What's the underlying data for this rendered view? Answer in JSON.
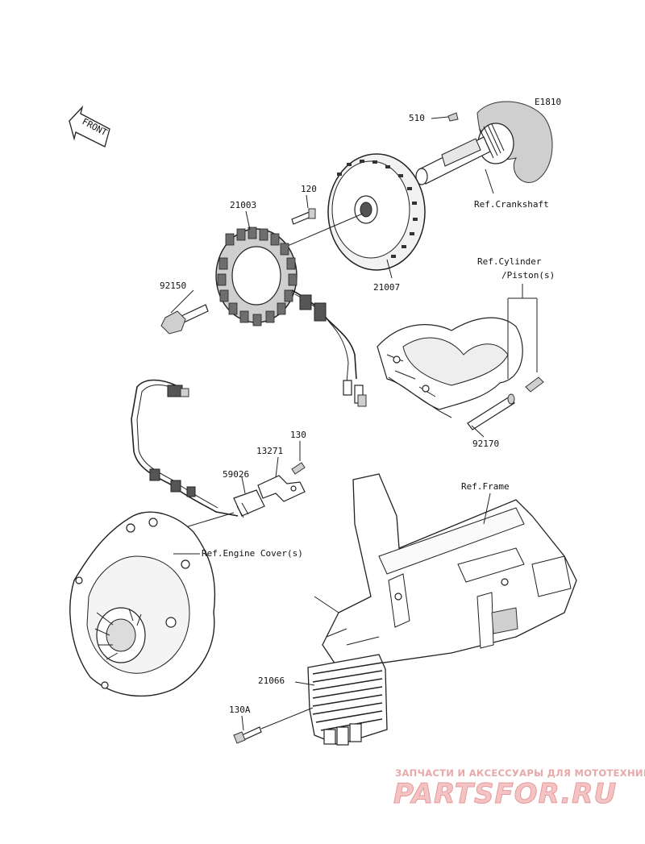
{
  "diagram_code": "E1810",
  "front_label": "FRONT",
  "parts": {
    "p510": "510",
    "p120": "120",
    "p21003": "21003",
    "p21007": "21007",
    "p92150": "92150",
    "p92170": "92170",
    "p130": "130",
    "p13271": "13271",
    "p59026": "59026",
    "p21066": "21066",
    "p130A": "130A"
  },
  "refs": {
    "crankshaft": "Ref.Crankshaft",
    "cylinder_line1": "Ref.Cylinder",
    "cylinder_line2": "/Piston(s)",
    "frame": "Ref.Frame",
    "engine_cover": "Ref.Engine Cover(s)"
  },
  "watermark": {
    "tagline": "ЗАПЧАСТИ И АКСЕССУАРЫ ДЛЯ МОТОТЕХНИКИ",
    "brand": "PARTSFOR.RU"
  }
}
